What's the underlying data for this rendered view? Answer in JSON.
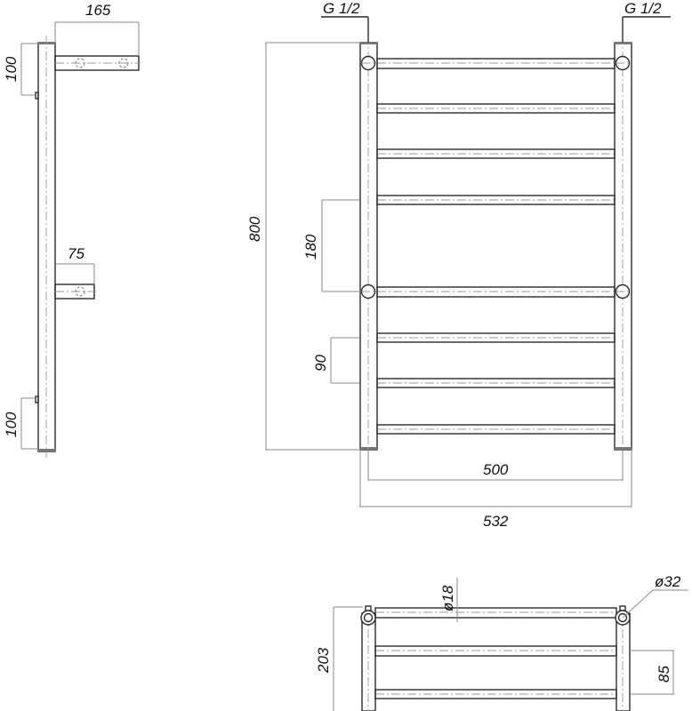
{
  "drawing": {
    "type": "technical drawing",
    "subject": "ladder towel rail",
    "views": [
      "side-view",
      "front-view",
      "top-view"
    ]
  },
  "side_view": {
    "bracket_top_depth": "165",
    "top_offset": "100",
    "bracket_mid_depth": "75",
    "bottom_offset": "100"
  },
  "front_view": {
    "connection_left": "G 1/2",
    "connection_right": "G 1/2",
    "total_height": "800",
    "large_rung_gap": "180",
    "small_rung_gap": "90",
    "center_distance": "500",
    "total_width": "532",
    "rung_count": 8
  },
  "top_view": {
    "depth": "203",
    "rung_diameter": "ø18",
    "tube_diameter": "ø32",
    "rung_spacing": "85"
  },
  "colors": {
    "line": "#2a2a2a",
    "dimension": "#8a8a8a",
    "background": "#ffffff"
  }
}
